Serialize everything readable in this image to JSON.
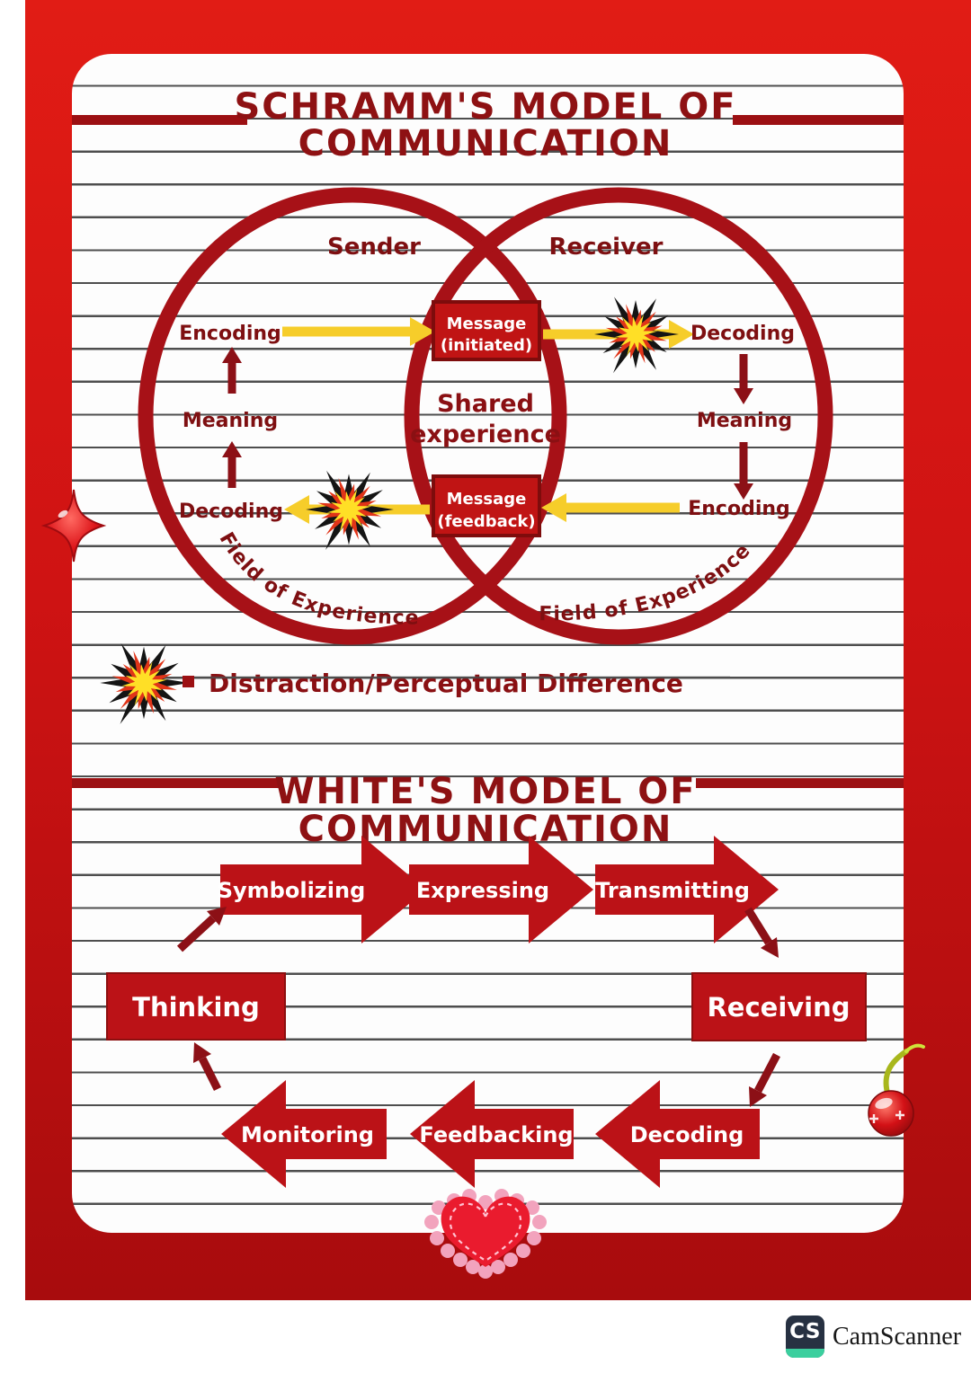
{
  "schramm": {
    "title1": "SCHRAMM'S MODEL OF",
    "title2": "COMMUNICATION",
    "sender_label": "Sender",
    "receiver_label": "Receiver",
    "sender_encoding": "Encoding",
    "sender_meaning": "Meaning",
    "sender_decoding": "Decoding",
    "receiver_decoding": "Decoding",
    "receiver_meaning": "Meaning",
    "receiver_encoding": "Encoding",
    "msg_initiated1": "Message",
    "msg_initiated2": "(initiated)",
    "msg_feedback1": "Message",
    "msg_feedback2": "(feedback)",
    "shared1": "Shared",
    "shared2": "experience",
    "field_left": "Field of Experience",
    "field_right": "Field of Experience",
    "legend_label": "Distraction/Perceptual Difference"
  },
  "white": {
    "title1": "WHITE'S MODEL OF",
    "title2": "COMMUNICATION",
    "symbolizing": "Symbolizing",
    "expressing": "Expressing",
    "transmitting": "Transmitting",
    "receiving": "Receiving",
    "decoding": "Decoding",
    "feedbacking": "Feedbacking",
    "monitoring": "Monitoring",
    "thinking": "Thinking"
  },
  "footer": {
    "cs_badge": "CS",
    "brand": "CamScanner"
  },
  "colors": {
    "frame_red": "#cf1313",
    "maroon_text": "#8e1113",
    "circle_red": "#a71117",
    "node_red": "#bb1217",
    "arrow_yellow": "#f6cd2a"
  }
}
